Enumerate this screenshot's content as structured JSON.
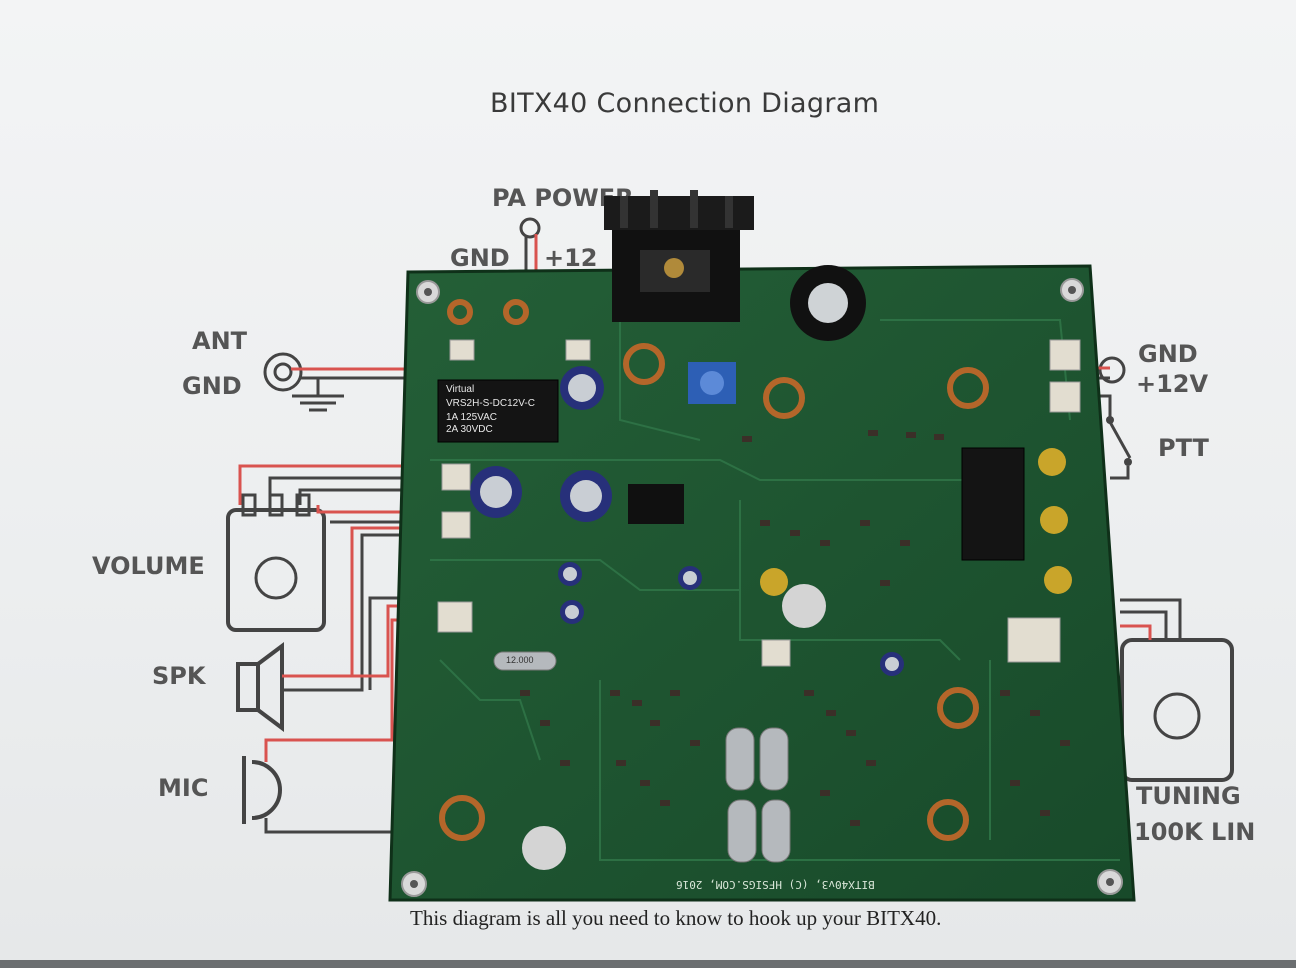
{
  "diagram": {
    "title": "BITX40 Connection Diagram",
    "footer": "This diagram is all you need to know to hook up your BITX40."
  },
  "labels": {
    "pa_power": "PA POWER",
    "gnd_pa": "GND",
    "plus12_pa": "+12",
    "ant": "ANT",
    "gnd_ant": "GND",
    "gnd_right": "GND",
    "plus12v": "+12V",
    "ptt": "PTT",
    "volume": "VOLUME",
    "spk": "SPK",
    "mic": "MIC",
    "tuning": "TUNING",
    "tuning_sub": "100K LIN"
  },
  "board": {
    "silkscreen": "BITX40v3, (C) HFSIGS.COM, 2016",
    "relay_brand": "Virtual",
    "relay_model": "VRS2H-S-DC12V-C",
    "relay_rating_1": "1A 125VAC",
    "relay_rating_2": "2A 30VDC",
    "crystal_marking": "12.000"
  },
  "colors": {
    "pcb": "#1f5a33",
    "pcb_dark": "#123d22",
    "wire_red": "#d9534f",
    "wire_black": "#444444",
    "label_grey": "#555555"
  }
}
